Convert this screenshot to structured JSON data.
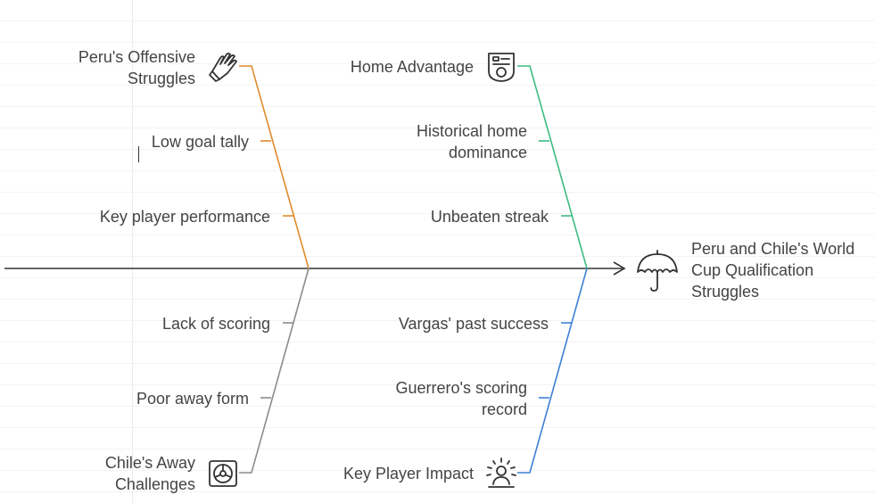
{
  "effect": {
    "line1": "Peru and Chile's World",
    "line2": "Cup Qualification",
    "line3": "Struggles",
    "icon": "umbrella-icon"
  },
  "categories": {
    "peru_offense": {
      "title_line1": "Peru's Offensive",
      "title_line2": "Struggles",
      "icon": "glove-hand-icon",
      "color": "#e08a2c",
      "causes": [
        "Low goal tally",
        "Key player performance"
      ]
    },
    "home_advantage": {
      "title": "Home Advantage",
      "icon": "stadium-ticket-icon",
      "color": "#3dbb80",
      "cause1_line1": "Historical home",
      "cause1_line2": "dominance",
      "cause2": "Unbeaten streak"
    },
    "chile_away": {
      "title_line1": "Chile's Away",
      "title_line2": "Challenges",
      "icon": "tire-wheel-icon",
      "color": "#8c8c8c",
      "causes": [
        "Lack of scoring",
        "Poor away form"
      ]
    },
    "key_player": {
      "title": "Key Player Impact",
      "icon": "star-player-icon",
      "color": "#3f7fd6",
      "cause1": "Vargas' past success",
      "cause2_line1": "Guerrero's scoring",
      "cause2_line2": "record"
    }
  },
  "colors": {
    "spine": "#333333",
    "text": "#444444"
  }
}
